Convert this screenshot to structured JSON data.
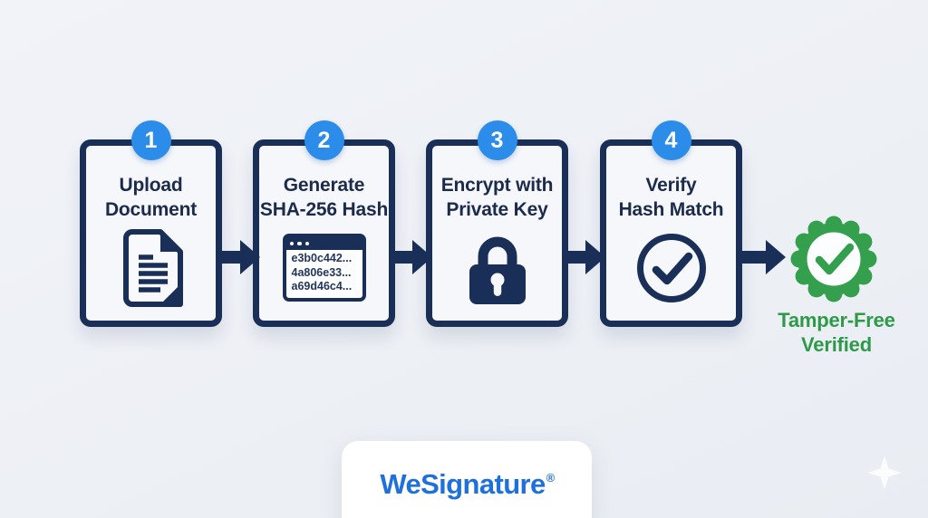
{
  "diagram": {
    "steps": [
      {
        "number": "1",
        "title": [
          "Upload",
          "Document"
        ],
        "icon": "document-icon"
      },
      {
        "number": "2",
        "title": [
          "Generate",
          "SHA-256 Hash"
        ],
        "icon": "hash-window-icon",
        "hash_lines": [
          "e3b0c442...",
          "4a806e33...",
          "a69d46c4..."
        ]
      },
      {
        "number": "3",
        "title": [
          "Encrypt with",
          "Private Key"
        ],
        "icon": "padlock-icon"
      },
      {
        "number": "4",
        "title": [
          "Verify",
          "Hash Match"
        ],
        "icon": "check-circle-icon"
      }
    ],
    "result": {
      "icon": "verified-seal-icon",
      "label": [
        "Tamper-Free",
        "Verified"
      ]
    }
  },
  "brand": {
    "name": "WeSignature",
    "registered_mark": "®"
  },
  "colors": {
    "navy": "#1a2f58",
    "step_badge_blue": "#2b8ce9",
    "seal_green": "#34a04e",
    "seal_label_green": "#2e9a49",
    "brand_blue": "#1e70dd",
    "background": "#edf0f5",
    "card_fill": "#f5f7fb"
  }
}
